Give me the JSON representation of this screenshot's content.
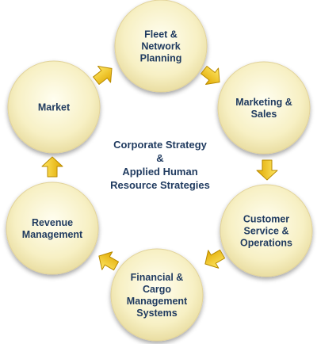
{
  "center": {
    "lines": [
      "Corporate Strategy",
      "&",
      "Applied Human",
      "Resource Strategies"
    ]
  },
  "nodes": [
    {
      "id": "fleet-network-planning",
      "lines": [
        "Fleet &",
        "Network",
        "Planning"
      ]
    },
    {
      "id": "marketing-sales",
      "lines": [
        "Marketing &",
        "Sales"
      ]
    },
    {
      "id": "customer-service-operations",
      "lines": [
        "Customer",
        "Service &",
        "Operations"
      ]
    },
    {
      "id": "financial-cargo-management-systems",
      "lines": [
        "Financial &",
        "Cargo",
        "Management",
        "Systems"
      ]
    },
    {
      "id": "revenue-management",
      "lines": [
        "Revenue",
        "Management"
      ]
    },
    {
      "id": "market",
      "lines": [
        "Market"
      ]
    }
  ],
  "colors": {
    "text": "#1f3a5f",
    "circle_light": "#fffef0",
    "circle_mid": "#f7f0c4",
    "circle_dark": "#e6d99a",
    "arrow_light": "#ffe866",
    "arrow_dark": "#e0a800",
    "arrow_stroke": "#b88a00"
  },
  "icons": {
    "connector": "arrow-right-icon"
  }
}
